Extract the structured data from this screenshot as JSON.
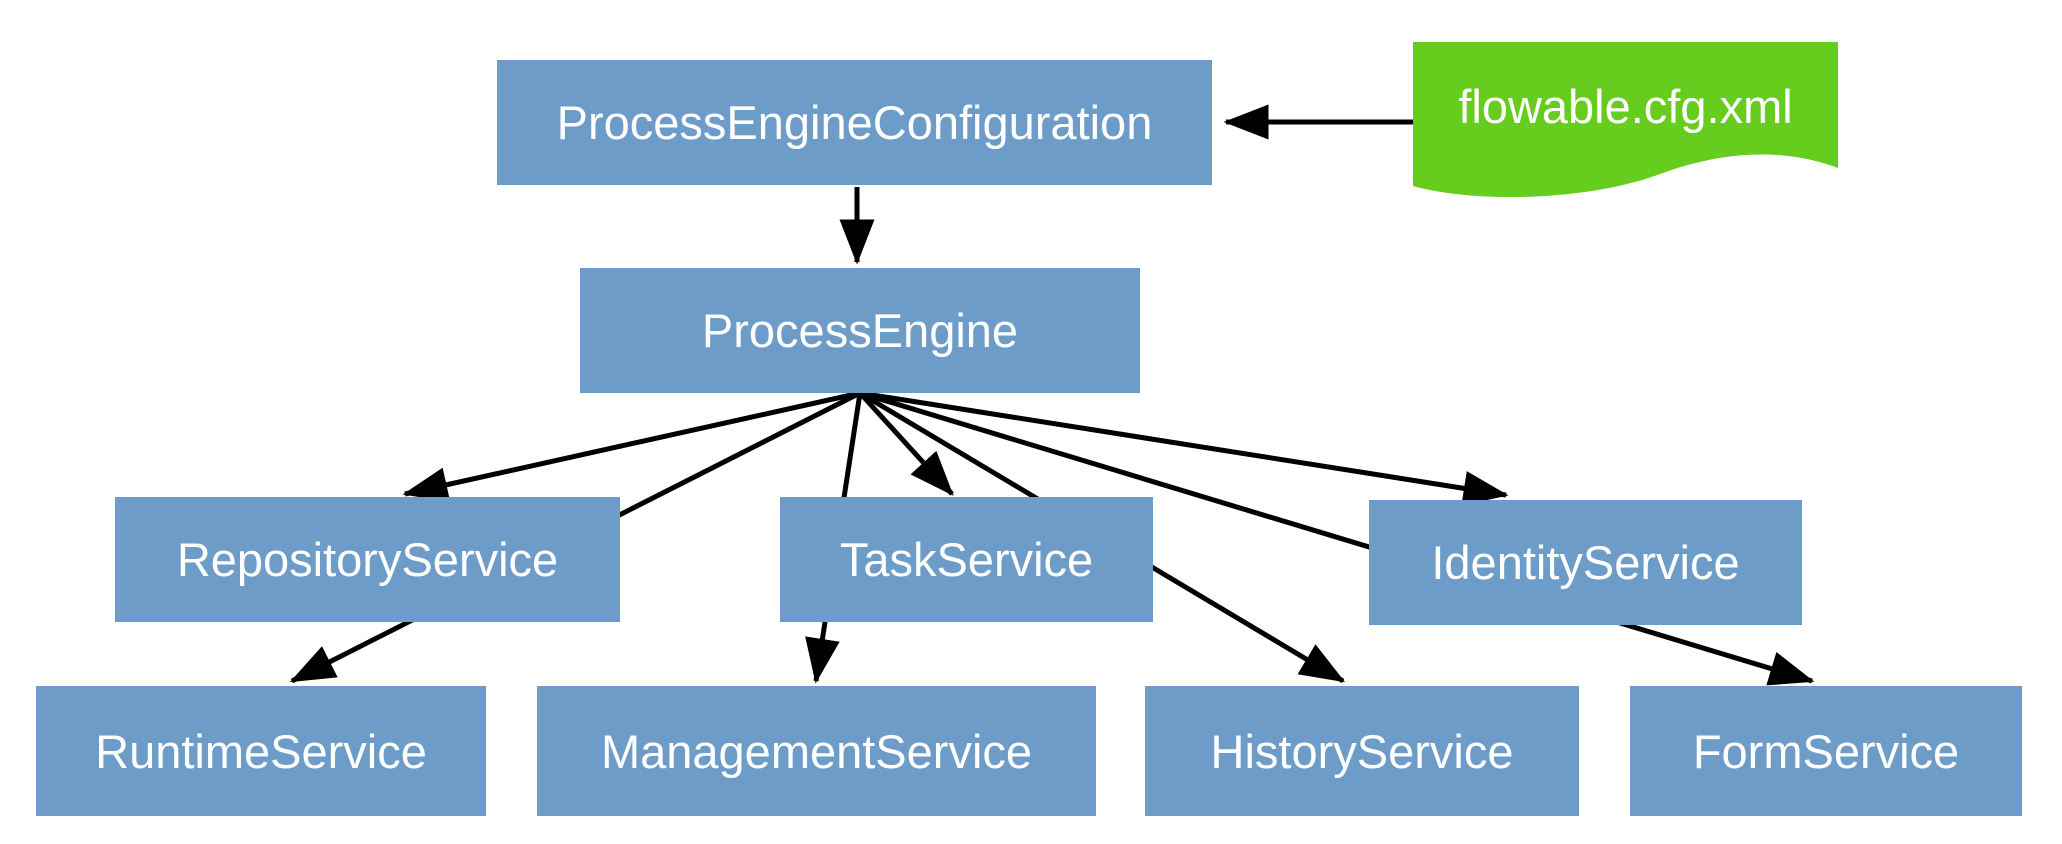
{
  "diagram": {
    "description": "Flowable process engine API and services overview diagram",
    "nodes": [
      {
        "id": "pec",
        "label": "ProcessEngineConfiguration",
        "shape": "rectangle",
        "fill": "#6D9CC8"
      },
      {
        "id": "cfg",
        "label": "flowable.cfg.xml",
        "shape": "document",
        "fill": "#66CC1E"
      },
      {
        "id": "pe",
        "label": "ProcessEngine",
        "shape": "rectangle",
        "fill": "#6D9CC8"
      },
      {
        "id": "repository",
        "label": "RepositoryService",
        "shape": "rectangle",
        "fill": "#6D9CC8"
      },
      {
        "id": "task",
        "label": "TaskService",
        "shape": "rectangle",
        "fill": "#6D9CC8"
      },
      {
        "id": "identity",
        "label": "IdentityService",
        "shape": "rectangle",
        "fill": "#6D9CC8"
      },
      {
        "id": "runtime",
        "label": "RuntimeService",
        "shape": "rectangle",
        "fill": "#6D9CC8"
      },
      {
        "id": "management",
        "label": "ManagementService",
        "shape": "rectangle",
        "fill": "#6D9CC8"
      },
      {
        "id": "history",
        "label": "HistoryService",
        "shape": "rectangle",
        "fill": "#6D9CC8"
      },
      {
        "id": "form",
        "label": "FormService",
        "shape": "rectangle",
        "fill": "#6D9CC8"
      }
    ],
    "edges": [
      {
        "from": "flowable.cfg.xml",
        "to": "ProcessEngineConfiguration"
      },
      {
        "from": "ProcessEngineConfiguration",
        "to": "ProcessEngine"
      },
      {
        "from": "ProcessEngine",
        "to": "RepositoryService"
      },
      {
        "from": "ProcessEngine",
        "to": "RuntimeService"
      },
      {
        "from": "ProcessEngine",
        "to": "TaskService"
      },
      {
        "from": "ProcessEngine",
        "to": "ManagementService"
      },
      {
        "from": "ProcessEngine",
        "to": "HistoryService"
      },
      {
        "from": "ProcessEngine",
        "to": "IdentityService"
      },
      {
        "from": "ProcessEngine",
        "to": "FormService"
      }
    ],
    "colors": {
      "box_fill": "#6D9CC8",
      "doc_fill": "#66CC1E",
      "text": "#FFFFFF",
      "arrow": "#000000",
      "background": "#FFFFFF"
    }
  }
}
